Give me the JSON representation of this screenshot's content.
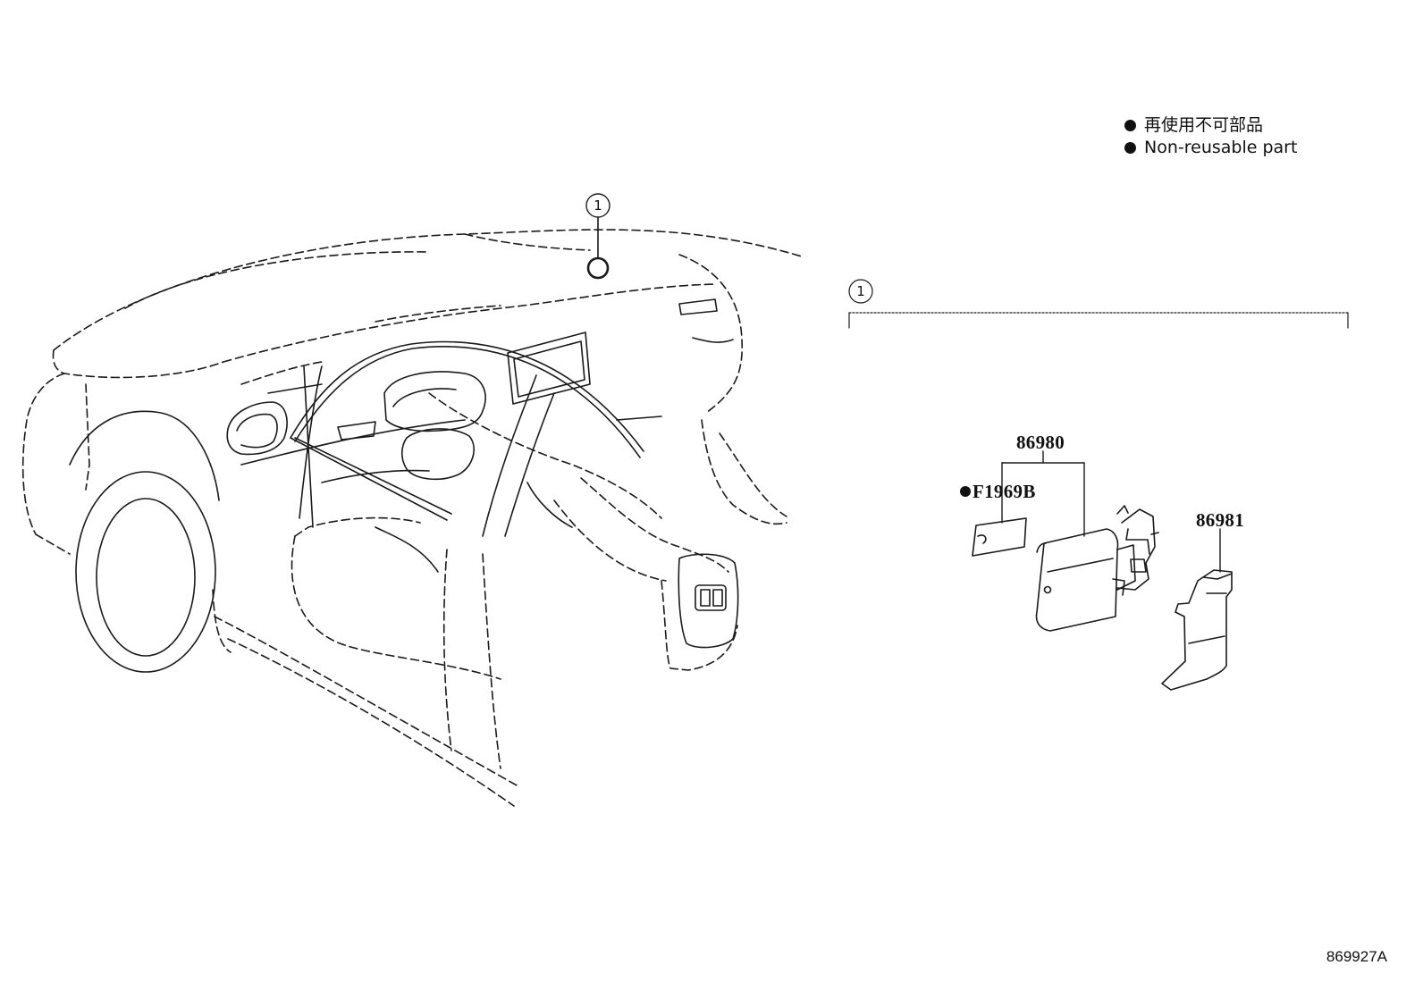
{
  "legend": {
    "jp": "再使用不可部品",
    "en": "Non-reusable part"
  },
  "callouts": {
    "car": "1",
    "group": "1"
  },
  "parts": {
    "main": "86980",
    "nonreusable": "F1969B",
    "cover": "86981"
  },
  "diagram_code": "869927A"
}
